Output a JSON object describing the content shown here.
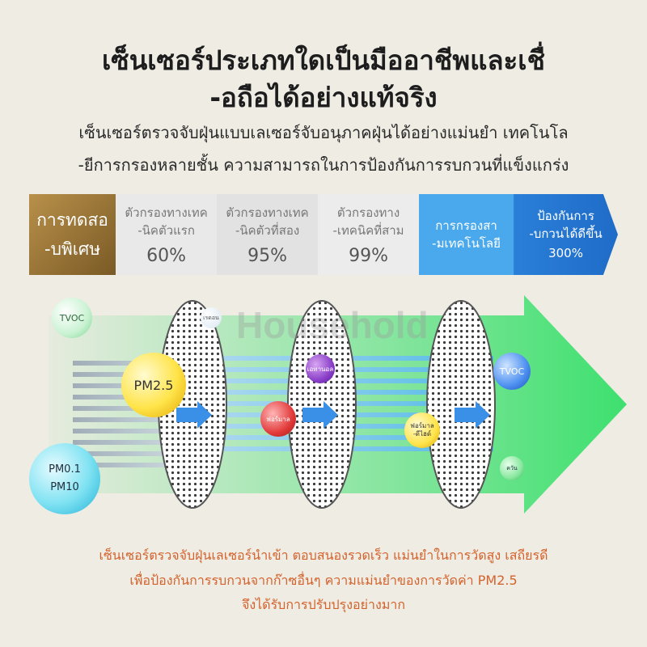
{
  "title": {
    "line1": "เซ็นเซอร์ประเภทใดเป็นมืออาชีพและเชื่",
    "line2": "-อถือได้อย่างแท้จริง"
  },
  "subtitle": {
    "line1": "เซ็นเซอร์ตรวจจับฝุ่นแบบเลเซอร์จับอนุภาคฝุ่นได้อย่างแม่นยำ เทคโนโล",
    "line2": "-ยีการกรองหลายชั้น ความสามารถในการป้องกันการรบกวนที่แข็งแกร่ง"
  },
  "stages": [
    {
      "line1": "การทดสอ",
      "line2": "-บพิเศษ"
    },
    {
      "line1": "ตัวกรองทางเทค",
      "line2": "-นิคตัวแรก",
      "value": "60%"
    },
    {
      "line1": "ตัวกรองทางเทค",
      "line2": "-นิคตัวที่สอง",
      "value": "95%"
    },
    {
      "line1": "ตัวกรองทาง",
      "line2": "-เทคนิคที่สาม",
      "value": "99%"
    },
    {
      "line1": "การกรองสา",
      "line2": "-มเทคโนโลยี"
    },
    {
      "line1": "ป้องกันการ",
      "line2": "-บกวนได้ดีขึ้น",
      "value": "300%"
    }
  ],
  "particles": {
    "tvoc_left": "TVOC",
    "pm25": "PM2.5",
    "pm01": "PM0.1",
    "pm10": "PM10",
    "tvoc_right": "TVOC",
    "small": "เรดอน",
    "purple": "เอทานอล",
    "red": "ฟอร์มาล",
    "yellow2_line1": "ฟอร์มาล",
    "yellow2_line2": "-ดีไฮด์",
    "green2": "ควัน"
  },
  "watermark": "Household",
  "bottom_text": {
    "line1": "เซ็นเซอร์ตรวจจับฝุ่นเลเซอร์นำเข้า ตอบสนองรวดเร็ว แม่นยำในการวัดสูง เสถียรดี",
    "line2": "เพื่อป้องกันการรบกวนจากก๊าซอื่นๆ ความแม่นยำของการวัดค่า PM2.5",
    "line3": "จึงได้รับการปรับปรุงอย่างมาก"
  },
  "colors": {
    "background": "#efece4",
    "gold": "#a07a35",
    "blue_light": "#4aa8ec",
    "blue_dark": "#1f6cc8",
    "green_arrow": "#3ee06f",
    "bottom_text": "#d4622b"
  }
}
